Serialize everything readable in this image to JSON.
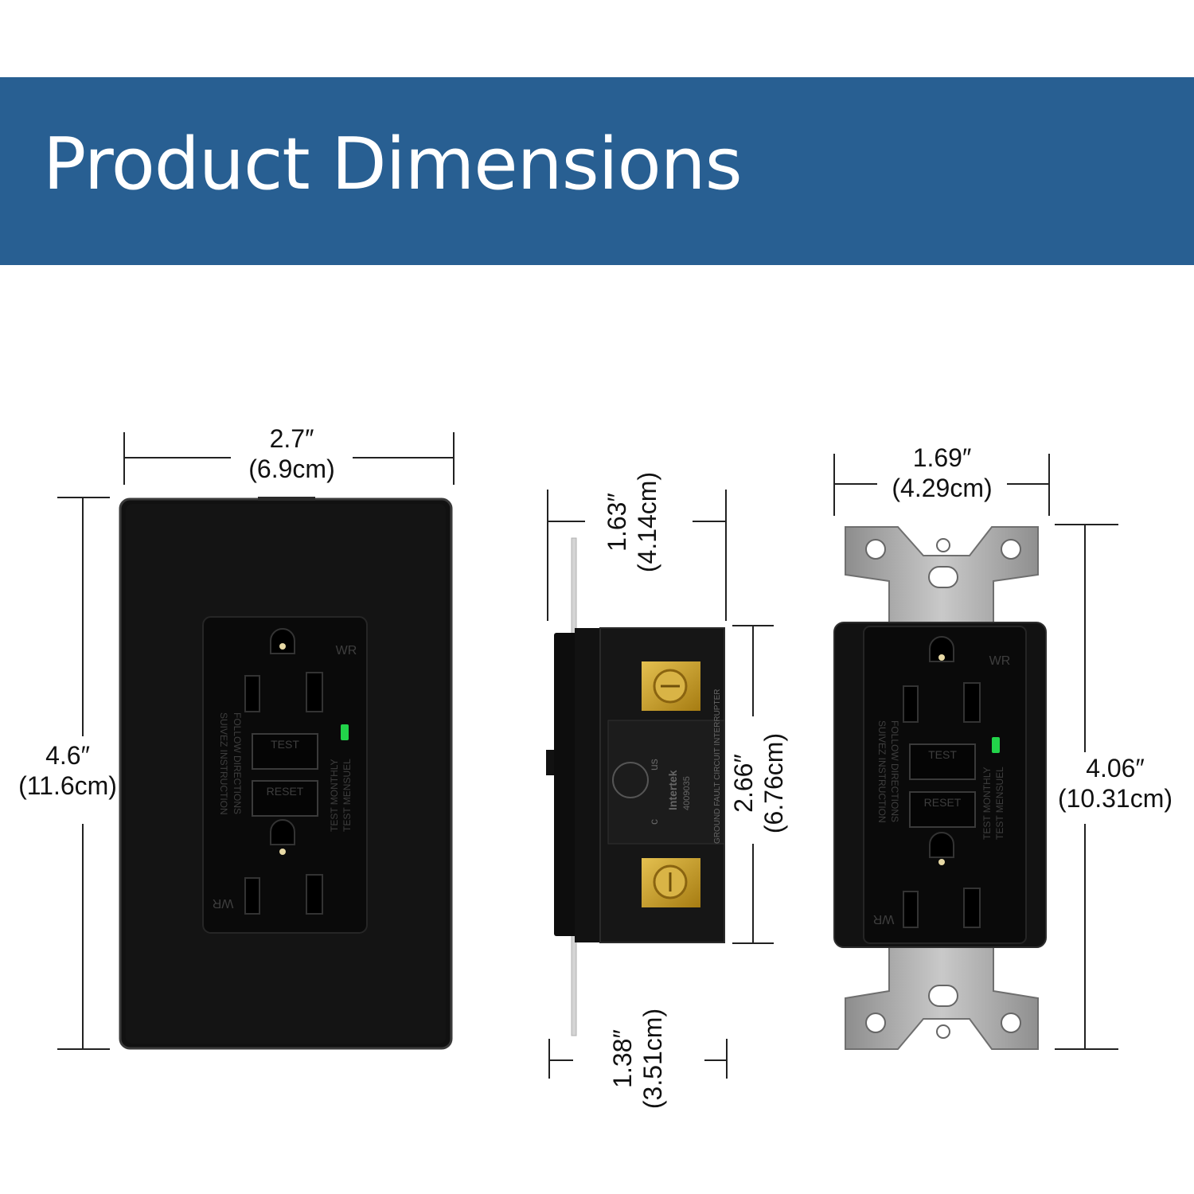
{
  "header": {
    "title": "Product Dimensions"
  },
  "dimensions": {
    "plate_width": {
      "imperial": "2.7″",
      "metric": "(6.9cm)"
    },
    "plate_height": {
      "imperial": "4.6″",
      "metric": "(11.6cm)"
    },
    "front_depth": {
      "imperial": "1.63″",
      "metric": "(4.14cm)"
    },
    "body_height": {
      "imperial": "2.66″",
      "metric": "(6.76cm)"
    },
    "rear_depth": {
      "imperial": "1.38″",
      "metric": "(3.51cm)"
    },
    "receptacle_width": {
      "imperial": "1.69″",
      "metric": "(4.29cm)"
    },
    "receptacle_height": {
      "imperial": "4.06″",
      "metric": "(10.31cm)"
    }
  },
  "receptacle_labels": {
    "test": "TEST",
    "reset": "RESET",
    "wr": "WR",
    "follow": "FOLLOW DIRECTIONS",
    "suivez": "SUIVEZ INSTRUCTION",
    "monthly": "TEST MONTHLY",
    "mensuel": "TEST MENSUEL"
  },
  "side_labels": {
    "brand": "Intertek",
    "code": "4009035",
    "c": "c",
    "us": "us",
    "ground": "GROUND FAULT CIRCUIT INTERRUPTER"
  },
  "colors": {
    "banner": "#285f92",
    "device": "#111111",
    "strap": "#a8a8a8",
    "led": "#22d34a",
    "brass": "#c9a028"
  }
}
